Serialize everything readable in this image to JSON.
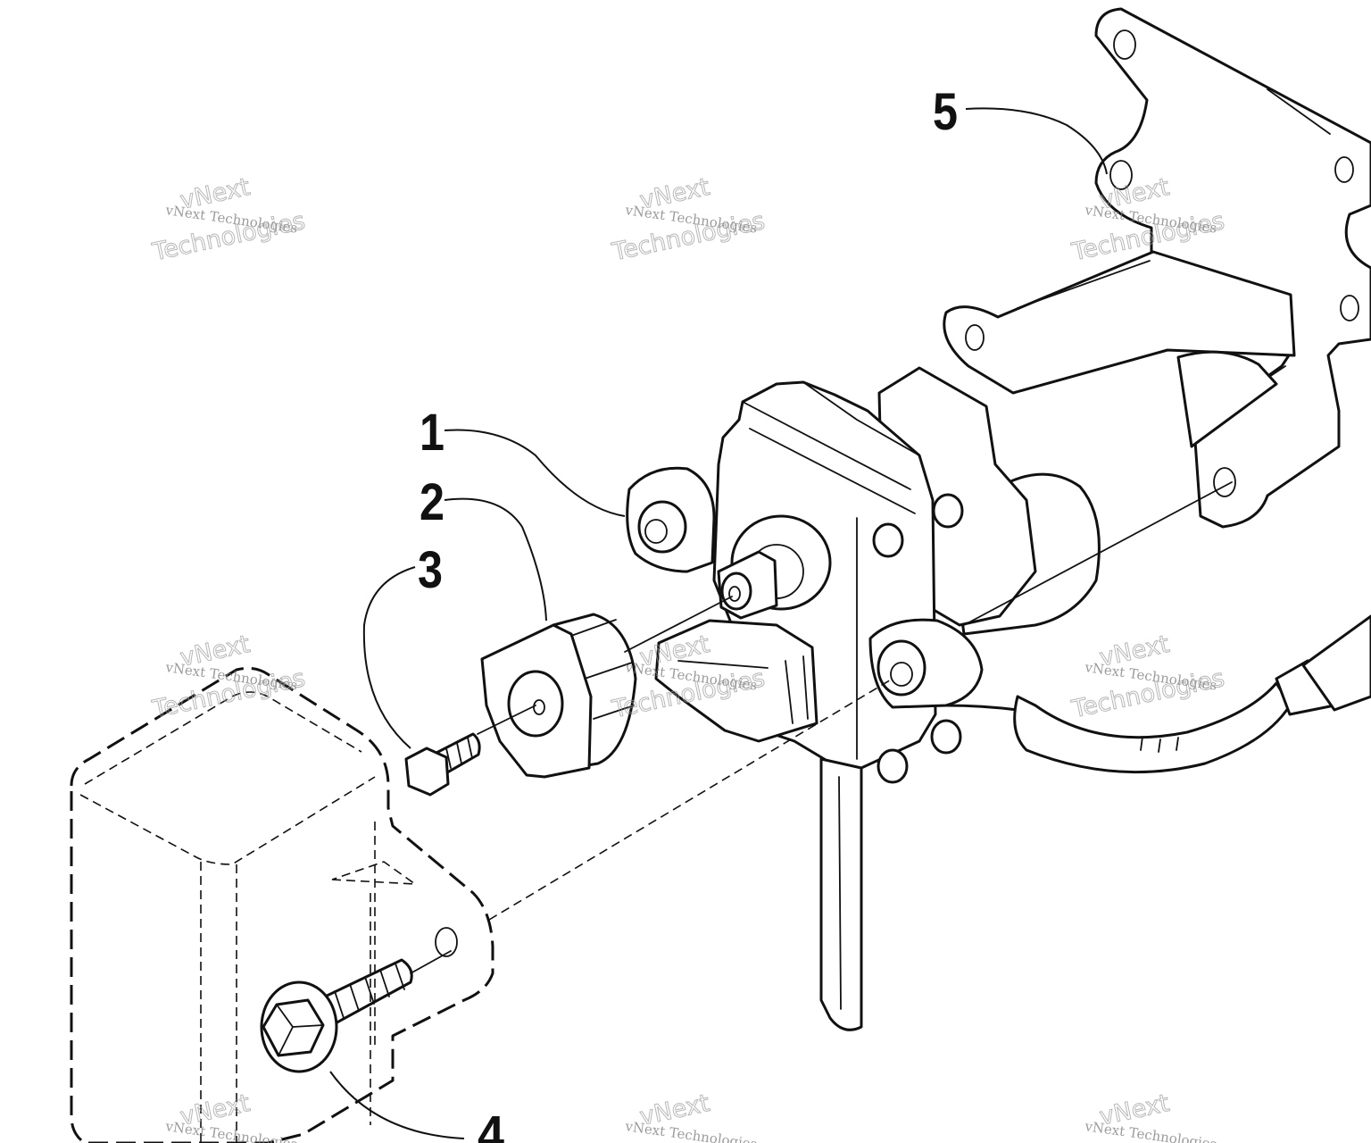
{
  "callouts": {
    "c1": "1",
    "c2": "2",
    "c3": "3",
    "c4": "4",
    "c5": "5"
  },
  "watermark": {
    "small": "vNext Technologies",
    "large_top": "vNext",
    "large_bottom": "Technologies"
  },
  "colors": {
    "line": "#111111",
    "background": "#ffffff",
    "watermark": "#8a8a8a"
  }
}
